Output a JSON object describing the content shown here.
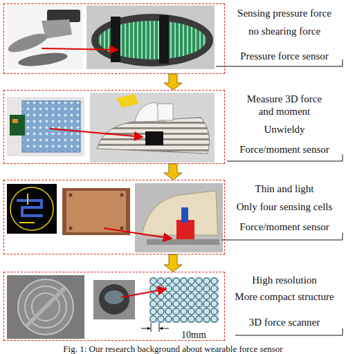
{
  "diagram": {
    "caption": "Fig. 1: Our research background about wearable force sensor",
    "nodes": [
      {
        "text": [
          "Sensing pressure force no shearing force",
          "Pressure force sensor"
        ]
      },
      {
        "text": [
          "Measure 3D force and moment",
          "Unwieldy",
          "Force/moment sensor"
        ]
      },
      {
        "text": [
          "Thin and light",
          "Only four sensing cells",
          "Force/moment sensor"
        ]
      },
      {
        "text": [
          "High resolution",
          "More compact structure",
          "3D force scanner"
        ]
      }
    ],
    "edges": [
      {
        "from": 0,
        "to": 1,
        "arrow": "to"
      },
      {
        "from": 1,
        "to": 2,
        "arrow": "to"
      },
      {
        "from": 2,
        "to": 3,
        "arrow": "to"
      }
    ],
    "labels": [
      "10mm"
    ]
  }
}
